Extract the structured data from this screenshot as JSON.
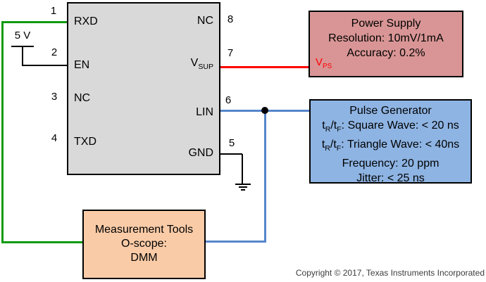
{
  "colors": {
    "chip-fill": "#d9d9d9",
    "box-border": "#000000",
    "power-supply-fill": "#d99595",
    "pulse-generator-fill": "#8eb4e3",
    "measurement-fill": "#f9cba7",
    "wire-green": "#0f9b0f",
    "wire-red": "#fe0000",
    "wire-blue": "#5586cb",
    "vps-red": "#fe0000",
    "text": "#000000",
    "copyright": "#3c3c3c"
  },
  "chip": {
    "left_pins": [
      {
        "num": "1",
        "label": "RXD"
      },
      {
        "num": "2",
        "label": "EN"
      },
      {
        "num": "3",
        "label": "NC"
      },
      {
        "num": "4",
        "label": "TXD"
      }
    ],
    "right_pins": [
      {
        "num": "8",
        "label": "NC"
      },
      {
        "num": "7",
        "label_main": "V",
        "label_sub": "SUP"
      },
      {
        "num": "6",
        "label": "LIN"
      },
      {
        "num": "5",
        "label": "GND"
      }
    ]
  },
  "supply": {
    "label": "5 V"
  },
  "vps": {
    "main": "V",
    "sub": "PS"
  },
  "boxes": {
    "power_supply": {
      "title": "Power Supply",
      "line1": "Resolution: 10mV/1mA",
      "line2": "Accuracy: 0.2%"
    },
    "pulse_generator": {
      "title": "Pulse Generator",
      "spec1": {
        "pre": "t",
        "sub1": "R",
        "mid": "/t",
        "sub2": "F",
        "rest": ": Square Wave: < 20 ns"
      },
      "spec2": {
        "pre": "t",
        "sub1": "R",
        "mid": "/t",
        "sub2": "F",
        "rest": ": Triangle Wave: < 40ns"
      },
      "line3": "Frequency: 20 ppm",
      "line4": "Jitter: < 25 ns"
    },
    "measurement_tools": {
      "title": "Measurement Tools",
      "line1": "O-scope:",
      "line2": "DMM"
    }
  },
  "copyright": "Copyright © 2017, Texas Instruments Incorporated"
}
